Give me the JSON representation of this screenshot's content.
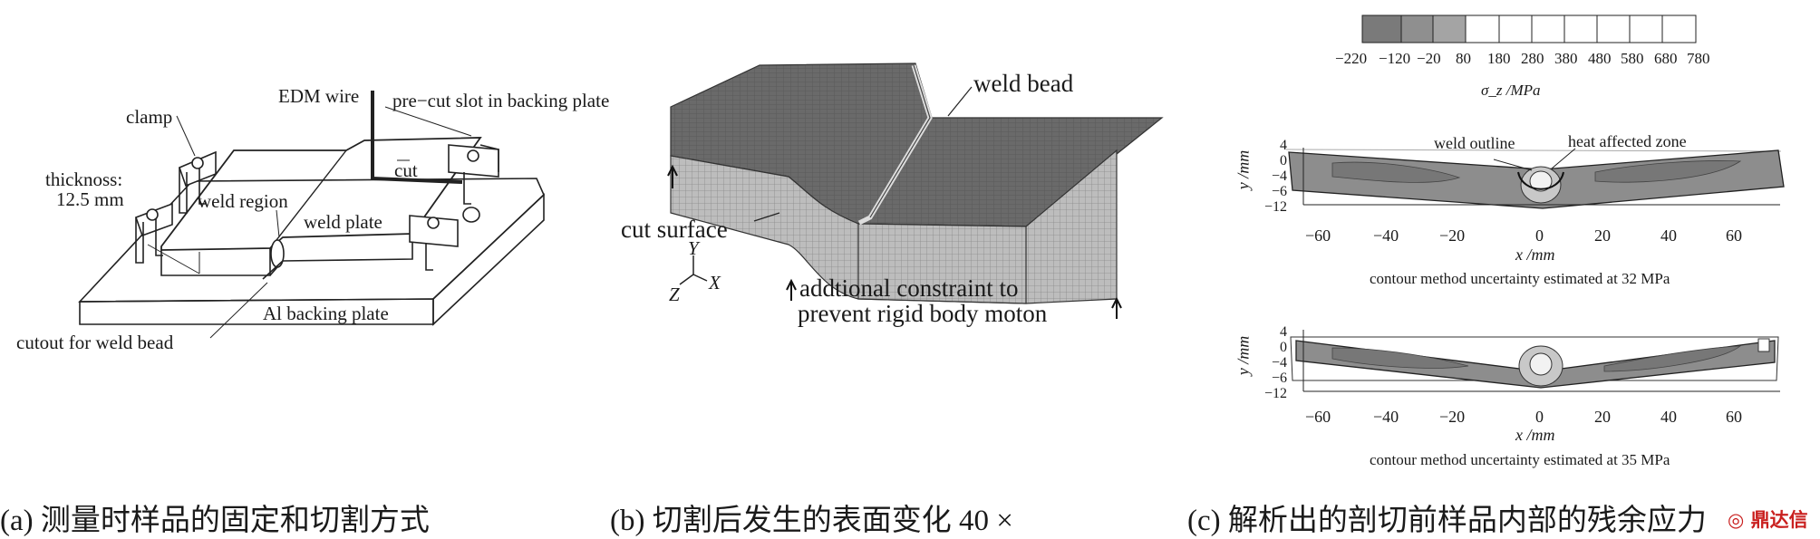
{
  "panel_a": {
    "labels": {
      "edm_wire": "EDM wire",
      "pre_cut_slot": "pre−cut slot in backing plate",
      "clamp": "clamp",
      "thickness_1": "thicknoss:",
      "thickness_2": "12.5 mm",
      "weld_region": "weld region",
      "cut": "cut",
      "weld_plate": "weld plate",
      "backing_plate": "Al backing plate",
      "cutout": "cutout for weld bead"
    },
    "caption": "(a)  测量时样品的固定和切割方式"
  },
  "panel_b": {
    "labels": {
      "weld_bead": "weld bead",
      "cut_surface": "cut surface",
      "axis_y": "Y",
      "axis_x": "X",
      "axis_z": "Z",
      "constraint_1": "addtional constraint to",
      "constraint_2": "prevent rigid body moton"
    },
    "caption": "(b) 切割后发生的表面变化  40 ×"
  },
  "panel_c": {
    "colorbar": {
      "ticks": [
        "−220",
        "−120",
        "−20",
        "80",
        "180",
        "280",
        "380",
        "480",
        "580",
        "680",
        "780"
      ],
      "label": "σ_z /MPa",
      "colors": [
        "#7a7a7a",
        "#8f8f8f",
        "#a4a4a4",
        "#ffffff",
        "#ffffff",
        "#ffffff",
        "#ffffff",
        "#ffffff",
        "#ffffff",
        "#ffffff"
      ]
    },
    "plot1": {
      "yticks": [
        "4",
        "0",
        "−4",
        "−6",
        "−12"
      ],
      "xticks": [
        "−60",
        "−40",
        "−20",
        "0",
        "20",
        "40",
        "60"
      ],
      "ylabel": "y /mm",
      "xlabel": "x /mm",
      "weld_outline": "weld outline",
      "haz": "heat affected zone",
      "note": "contour method uncertainty estimated at 32 MPa"
    },
    "plot2": {
      "yticks": [
        "4",
        "0",
        "−4",
        "−6",
        "−12"
      ],
      "xticks": [
        "−60",
        "−40",
        "−20",
        "0",
        "20",
        "40",
        "60"
      ],
      "ylabel": "y /mm",
      "xlabel": "x /mm",
      "note": "contour method uncertainty estimated at 35 MPa"
    },
    "caption": "(c) 解析出的剖切前样品内部的残余应力"
  },
  "watermark": "◎ 鼎达信"
}
